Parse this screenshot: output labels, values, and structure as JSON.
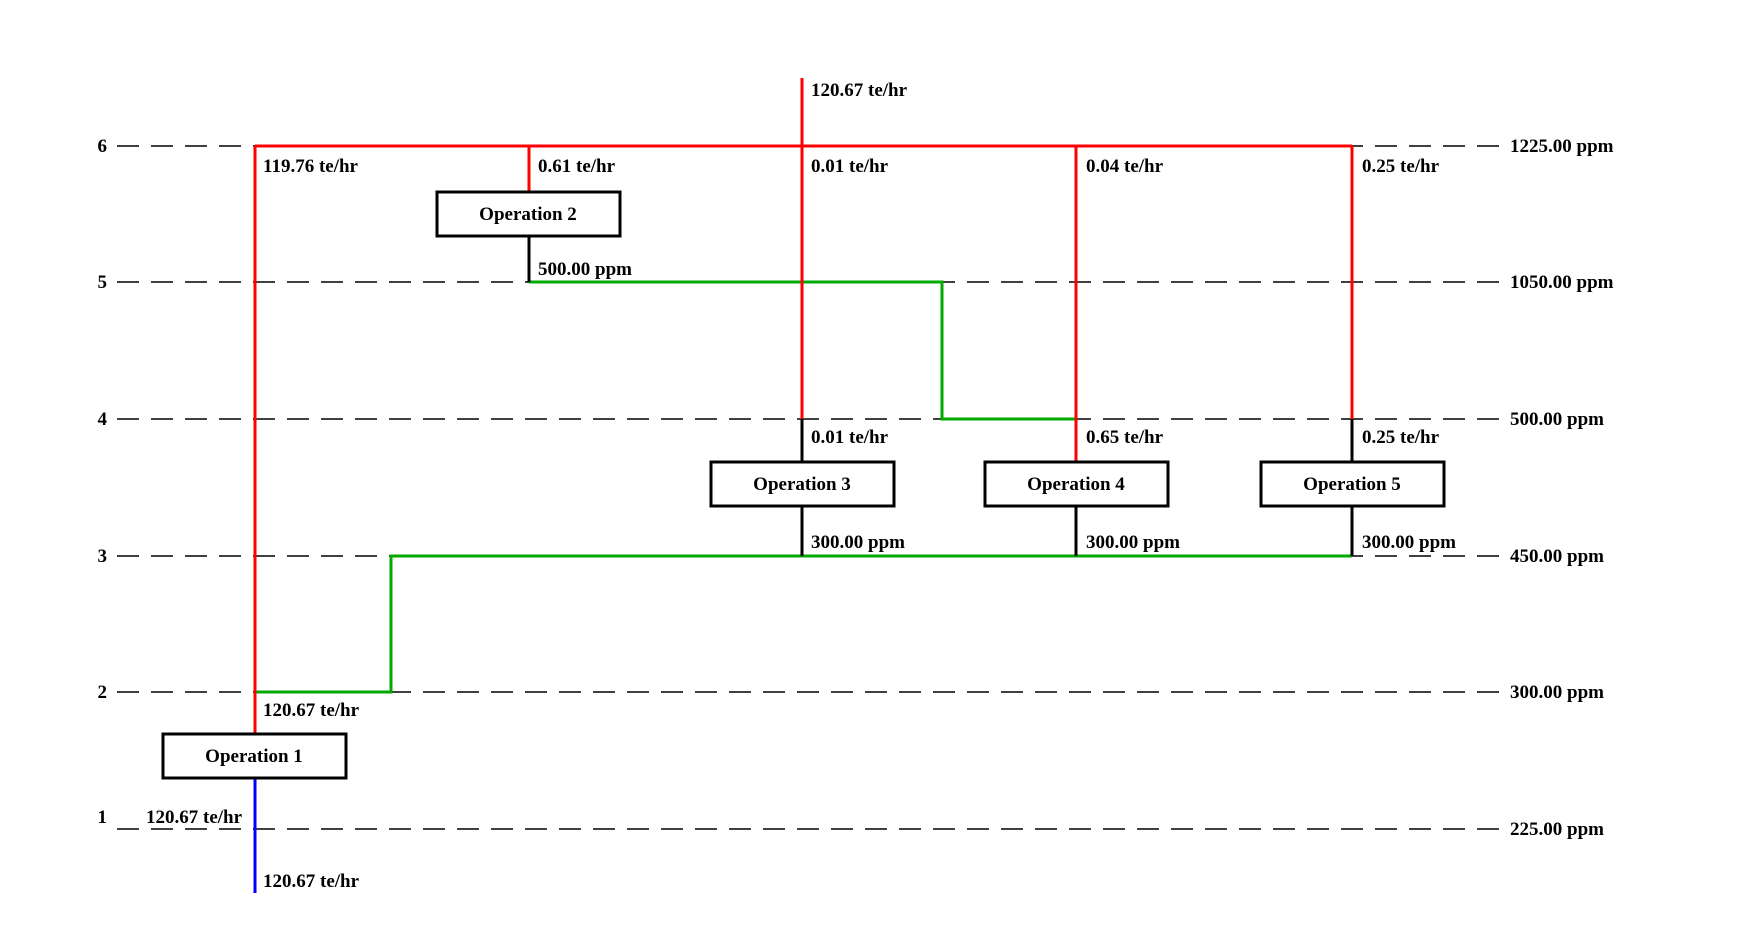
{
  "colors": {
    "freshwater": "#ff0000",
    "reused_water": "#00aa00",
    "wastewater": "#0000ff",
    "level_line": "#000000",
    "operation_box": "#000000"
  },
  "levels": [
    {
      "number": "6",
      "concentration": "1225.00 ppm"
    },
    {
      "number": "5",
      "concentration": "1050.00 ppm"
    },
    {
      "number": "4",
      "concentration": "500.00 ppm"
    },
    {
      "number": "3",
      "concentration": "450.00 ppm"
    },
    {
      "number": "2",
      "concentration": "300.00 ppm"
    },
    {
      "number": "1",
      "concentration": "225.00 ppm"
    }
  ],
  "operations": [
    {
      "name": "Operation 1"
    },
    {
      "name": "Operation 2"
    },
    {
      "name": "Operation 3"
    },
    {
      "name": "Operation 4"
    },
    {
      "name": "Operation 5"
    }
  ],
  "labels": {
    "source_flow": "120.67 te/hr",
    "branch_op1_top": "119.76 te/hr",
    "branch_op2": "0.61 te/hr",
    "branch_op3_top": "0.01 te/hr",
    "branch_op4_top": "0.04 te/hr",
    "branch_op5_top": "0.25 te/hr",
    "op2_outlet": "500.00 ppm",
    "op3_inlet": "0.01 te/hr",
    "op4_inlet": "0.65 te/hr",
    "op5_inlet": "0.25 te/hr",
    "op3_outlet": "300.00 ppm",
    "op4_outlet": "300.00 ppm",
    "op5_outlet": "300.00 ppm",
    "op1_inlet": "120.67 te/hr",
    "op1_outlet": "120.67 te/hr",
    "wastewater_out": "120.67 te/hr"
  }
}
